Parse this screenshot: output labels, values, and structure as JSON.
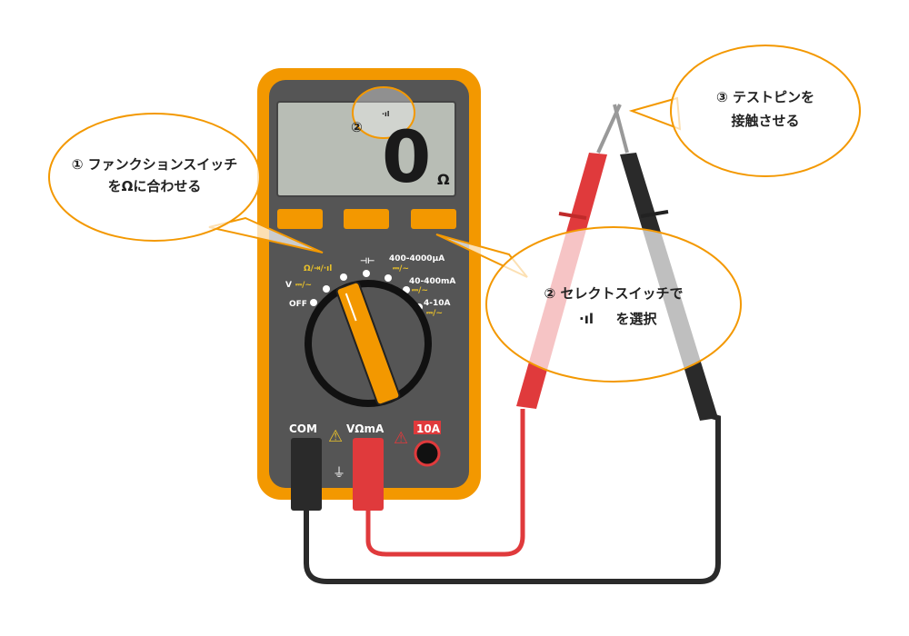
{
  "display": {
    "reading": "0",
    "unit": "Ω",
    "mode_icon": "·ıl",
    "marker": "②"
  },
  "dial": {
    "labels": {
      "off": "OFF",
      "volt": "V",
      "volt_sym": "⎓/~",
      "ohm": "Ω/⇥/·ıl",
      "cap": "⊣⊢",
      "ua": "400-4000μA",
      "ua_sym": "⎓/~",
      "ma": "40-400mA",
      "ma_sym": "⎓/~",
      "a": "4-10A",
      "a_sym": "⎓/~"
    }
  },
  "jacks": {
    "com": "COM",
    "vohm": "VΩmA",
    "amp": "10A"
  },
  "callouts": {
    "step1": {
      "line1": "① ファンクションスイッチ",
      "line2": "をΩに合わせる"
    },
    "step2": {
      "line1": "② セレクトスイッチで",
      "icon": "·ıl",
      "line2": "を選択"
    },
    "step3": {
      "line1": "③ テストピンを",
      "line2": "接触させる"
    }
  },
  "colors": {
    "accent": "#f39800",
    "body": "#555555",
    "lcd": "#b8bdb5",
    "red_probe": "#e03a3c",
    "black_probe": "#2a2a2a"
  }
}
